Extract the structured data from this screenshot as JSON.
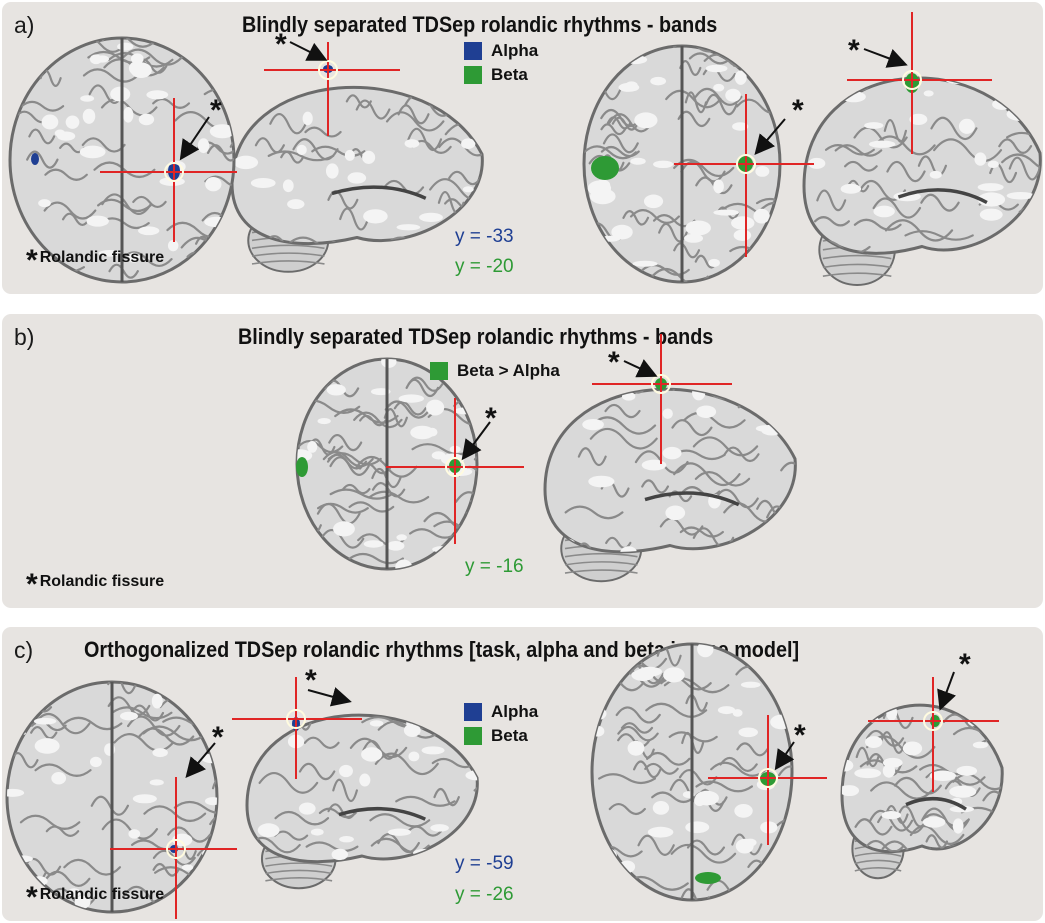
{
  "colors": {
    "alpha": "#1f3f93",
    "beta": "#2e9a35",
    "crosshair": "#e02525",
    "panel_bg": "#e7e4e1"
  },
  "panels": [
    {
      "label": "a)",
      "title": "Blindly separated TDSep rolandic rhythms - bands",
      "legend": [
        "Alpha",
        "Beta"
      ],
      "coords": [
        "y = -33",
        "y = -20"
      ],
      "footnote_marker": "*",
      "footnote": "Rolandic fissure"
    },
    {
      "label": "b)",
      "title": "Blindly separated TDSep rolandic rhythms - bands",
      "legend": [
        "Beta > Alpha"
      ],
      "coords": [
        "y = -16"
      ],
      "footnote_marker": "*",
      "footnote": "Rolandic fissure"
    },
    {
      "label": "c)",
      "title": "Orthogonalized TDSep rolandic rhythms [task, alpha and beta in one model]",
      "legend": [
        "Alpha",
        "Beta"
      ],
      "coords": [
        "y = -59",
        "y = -26"
      ],
      "footnote_marker": "*",
      "footnote": "Rolandic fissure"
    }
  ],
  "marker_symbol": "*"
}
